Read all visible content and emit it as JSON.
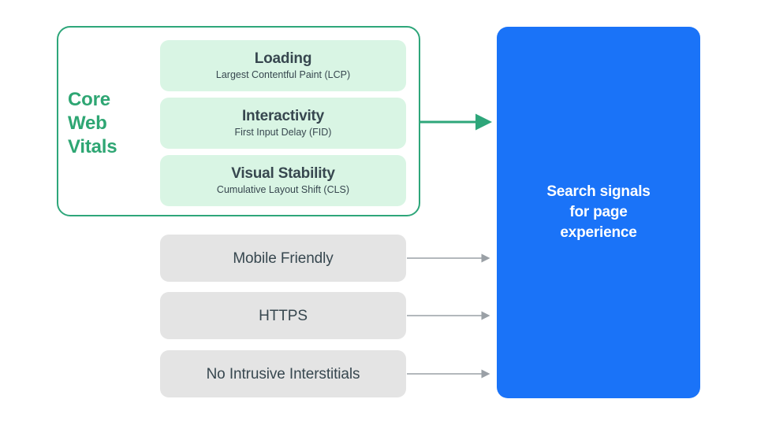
{
  "diagram": {
    "title_group": {
      "label": "Core\nWeb\nVitals",
      "accent_color": "#2ea673",
      "border_color": "#2ea67a"
    },
    "core_web_vitals": [
      {
        "name": "Loading",
        "metric": "Largest Contentful Paint (LCP)",
        "fill": "#d9f5e4"
      },
      {
        "name": "Interactivity",
        "metric": "First Input Delay (FID)",
        "fill": "#d9f5e4"
      },
      {
        "name": "Visual Stability",
        "metric": "Cumulative Layout Shift (CLS)",
        "fill": "#d9f5e4"
      }
    ],
    "other_signals": [
      {
        "name": "Mobile Friendly",
        "fill": "#e4e4e4"
      },
      {
        "name": "HTTPS",
        "fill": "#e4e4e4"
      },
      {
        "name": "No Intrusive Interstitials",
        "fill": "#e4e4e4"
      }
    ],
    "destination": {
      "label": "Search signals\nfor page\nexperience",
      "fill": "#1a73f8",
      "text_color": "#ffffff"
    },
    "connectors": [
      {
        "name": "core-web-vitals-arrow",
        "color": "#2ea67a",
        "style": "solid"
      },
      {
        "name": "mobile-friendly-arrow",
        "color": "#9aa0a6",
        "style": "solid"
      },
      {
        "name": "https-arrow",
        "color": "#9aa0a6",
        "style": "solid"
      },
      {
        "name": "no-intrusive-interstitials-arrow",
        "color": "#9aa0a6",
        "style": "solid"
      }
    ],
    "text_color": "#37474f"
  }
}
